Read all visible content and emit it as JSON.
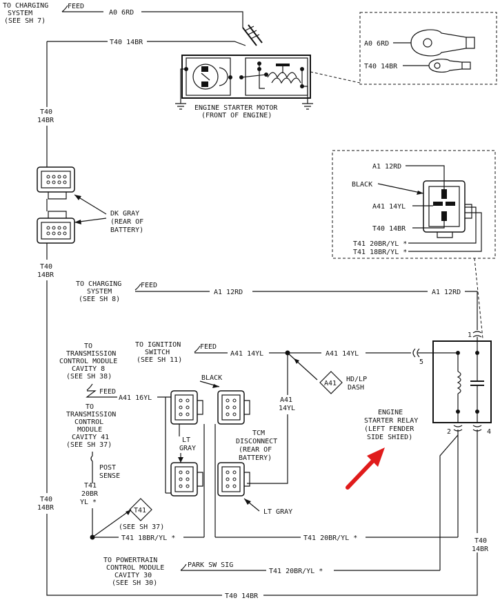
{
  "labels": {
    "to_charging_sh7": [
      "TO CHARGING",
      "SYSTEM",
      "(SEE SH 7)"
    ],
    "feed": "FEED",
    "a0_6rd": "A0 6RD",
    "t40_14br": "T40 14BR",
    "t40": "T40",
    "br14": "14BR",
    "starter_motor": [
      "ENGINE STARTER MOTOR",
      "(FRONT OF ENGINE)"
    ],
    "dk_gray": [
      "DK GRAY",
      "(REAR OF",
      "BATTERY)"
    ],
    "relay_detail": {
      "a1_12rd": "A1 12RD",
      "black": "BLACK",
      "a41_14yl": "A41 14YL",
      "t40_14br": "T40 14BR",
      "t41_20bryl": "T41 20BR/YL *",
      "t41_18bryl": "T41 18BR/YL *"
    },
    "to_charging_sh8": [
      "TO CHARGING",
      "SYSTEM",
      "(SEE SH 8)"
    ],
    "a1_12rd": "A1 12RD",
    "to_ignition": [
      "TO IGNITION",
      "SWITCH",
      "(SEE SH 11)"
    ],
    "a41_14yl": "A41 14YL",
    "a41": "A41",
    "yl14": "14YL",
    "hd_lp_dash": [
      "HD/LP",
      "DASH"
    ],
    "tcm_cav8": [
      "TO",
      "TRANSMISSION",
      "CONTROL MODULE",
      "CAVITY 8",
      "(SEE SH 38)"
    ],
    "a41_16yl": "A41 16YL",
    "black": "BLACK",
    "lt_gray_left": [
      "LT",
      "GRAY"
    ],
    "tcm_disconnect": [
      "TCM",
      "DISCONNECT",
      "(REAR OF",
      "BATTERY)"
    ],
    "lt_gray": "LT GRAY",
    "tcm_cav41": [
      "TO",
      "TRANSMISSION",
      "CONTROL",
      "MODULE",
      "CAVITY 41",
      "(SEE SH 37)"
    ],
    "post_sense": [
      "POST",
      "SENSE"
    ],
    "t41_20br_yl": [
      "T41",
      "20BR",
      "YL *"
    ],
    "t41": "T41",
    "see_sh37": "(SEE SH 37)",
    "t41_18bryl": "T41 18BR/YL *",
    "t41_20bryl": "T41 20BR/YL *",
    "relay_title": [
      "ENGINE",
      "STARTER RELAY",
      "(LEFT FENDER",
      "SIDE SHIED)"
    ],
    "pcm": [
      "TO POWERTRAIN",
      "CONTROL MODULE",
      "CAVITY 30",
      "(SEE SH 30)"
    ],
    "park_sw_sig": "PARK SW SIG",
    "pin1": "1",
    "pin2": "2",
    "pin4": "4",
    "pin5": "5"
  },
  "colors": {
    "line": "#111111",
    "arrow": "#e01b1b",
    "background": "#ffffff"
  },
  "icons": [
    "starter-motor-symbol",
    "connector-symbol",
    "relay-coil-symbol",
    "capacitor-symbol",
    "ground-symbol",
    "red-pointer-arrow"
  ]
}
